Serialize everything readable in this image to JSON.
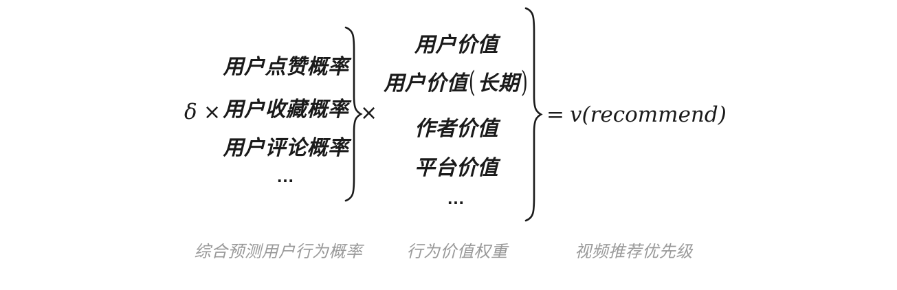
{
  "formula": {
    "delta": "δ",
    "times_left": "×",
    "times_middle": "×",
    "equals": "=",
    "result": "v(recommend)",
    "left_group": {
      "items": [
        "用户点赞概率",
        "用户收藏概率",
        "用户评论概率",
        "…"
      ]
    },
    "right_group": {
      "item1": "用户价值",
      "item2_main": "用户价值",
      "item2_paren_open": "(",
      "item2_paren_text": "长期",
      "item2_paren_close": ")",
      "item3": "作者价值",
      "item4": "平台价值",
      "ellipsis": "…"
    }
  },
  "captions": {
    "left": "综合预测用户行为概率",
    "middle": "行为价值权重",
    "right": "视频推荐优先级"
  },
  "colors": {
    "formula_text": "#1a1a1a",
    "caption_text": "#999999",
    "background": "#ffffff"
  }
}
